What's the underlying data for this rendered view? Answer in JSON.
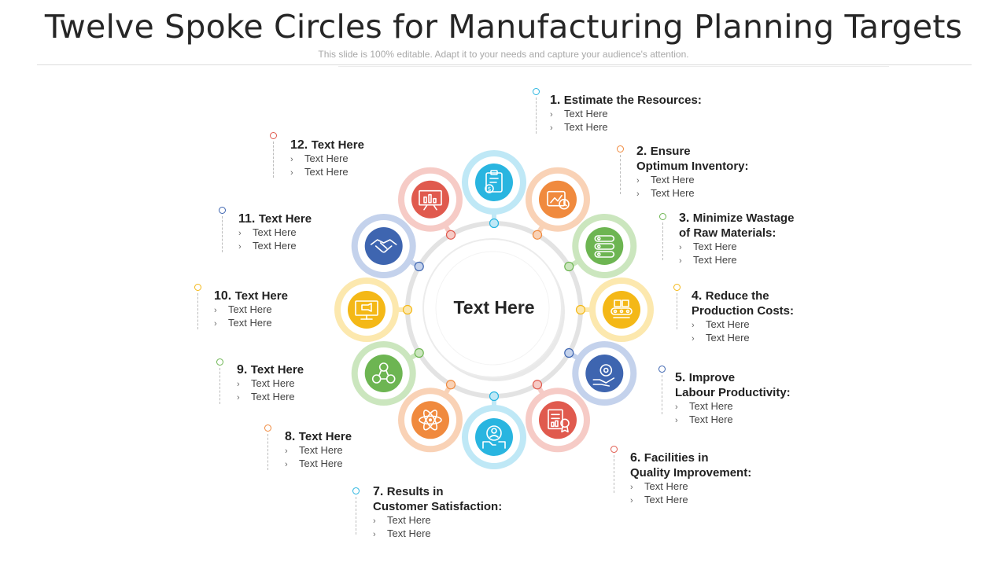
{
  "title": "Twelve Spoke Circles for Manufacturing Planning Targets",
  "subtitle": "This slide is 100% editable. Adapt it to your needs and capture your audience's attention.",
  "center": "Text Here",
  "bullet_glyph": "›",
  "items": [
    {
      "num": "1.",
      "head": [
        "Estimate the Resources:"
      ],
      "bullets": [
        "Text Here",
        "Text Here"
      ],
      "color": "#29B5E0",
      "ring": "#BFE8F6",
      "icon": "clipboard-money-icon"
    },
    {
      "num": "2.",
      "head": [
        "Ensure",
        "Optimum Inventory:"
      ],
      "bullets": [
        "Text Here",
        "Text Here"
      ],
      "color": "#F08A3E",
      "ring": "#F9D2B6",
      "icon": "inventory-chart-icon"
    },
    {
      "num": "3.",
      "head": [
        "Minimize Wastage",
        "of Raw Materials:"
      ],
      "bullets": [
        "Text Here",
        "Text Here"
      ],
      "color": "#6DB552",
      "ring": "#CBE6BE",
      "icon": "stacked-materials-icon"
    },
    {
      "num": "4.",
      "head": [
        "Reduce the",
        "Production Costs:"
      ],
      "bullets": [
        "Text Here",
        "Text Here"
      ],
      "color": "#F4B817",
      "ring": "#FCE8AE",
      "icon": "conveyor-icon"
    },
    {
      "num": "5.",
      "head": [
        "Improve",
        "Labour Productivity:"
      ],
      "bullets": [
        "Text Here",
        "Text Here"
      ],
      "color": "#3E65B0",
      "ring": "#C4D2EC",
      "icon": "hand-gear-icon"
    },
    {
      "num": "6.",
      "head": [
        "Facilities in",
        "Quality Improvement:"
      ],
      "bullets": [
        "Text Here",
        "Text Here"
      ],
      "color": "#E05A4E",
      "ring": "#F6CBC6",
      "icon": "quality-report-icon"
    },
    {
      "num": "7.",
      "head": [
        "Results in",
        "Customer Satisfaction:"
      ],
      "bullets": [
        "Text Here",
        "Text Here"
      ],
      "color": "#29B5E0",
      "ring": "#BFE8F6",
      "icon": "customer-feedback-icon"
    },
    {
      "num": "8.",
      "head": [
        "Text Here"
      ],
      "bullets": [
        "Text Here",
        "Text Here"
      ],
      "color": "#F08A3E",
      "ring": "#F9D2B6",
      "icon": "atom-icon"
    },
    {
      "num": "9.",
      "head": [
        "Text Here"
      ],
      "bullets": [
        "Text Here",
        "Text Here"
      ],
      "color": "#6DB552",
      "ring": "#CBE6BE",
      "icon": "team-network-icon"
    },
    {
      "num": "10.",
      "head": [
        "Text Here"
      ],
      "bullets": [
        "Text Here",
        "Text Here"
      ],
      "color": "#F4B817",
      "ring": "#FCE8AE",
      "icon": "presentation-monitor-icon"
    },
    {
      "num": "11.",
      "head": [
        "Text Here"
      ],
      "bullets": [
        "Text Here",
        "Text Here"
      ],
      "color": "#3E65B0",
      "ring": "#C4D2EC",
      "icon": "handshake-icon"
    },
    {
      "num": "12.",
      "head": [
        "Text Here"
      ],
      "bullets": [
        "Text Here",
        "Text Here"
      ],
      "color": "#E05A4E",
      "ring": "#F6CBC6",
      "icon": "bar-board-icon"
    }
  ]
}
